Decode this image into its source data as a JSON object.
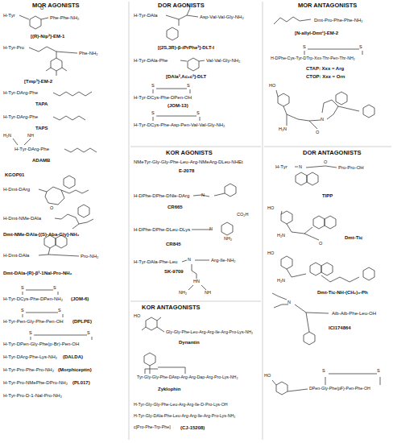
{
  "diagram": {
    "labels": [
      "MOR AGONISTS",
      "H-Tyr",
      "Phe-Phe-NH₂",
      "O",
      "[(R)-Nip²]-EM-1",
      "H-Tyr-Pro",
      "Phe-NH₂",
      "[Tmp³]-EM-2",
      "H-Tyr-DArg-Phe",
      "TAPA",
      "H-Tyr-DArg-Phe",
      "TAPS",
      "H₂N",
      "NH",
      "H-Tyr-DArg-Phe",
      "ADAMB",
      "KGOP01",
      "H-Dmt-DArg",
      "O",
      "H-Dmt-NMe-DAla",
      "Dmt-NMe-DAla-[(S)-Aba-Gly]-NH₂",
      "H-Dmt-DAla",
      "Pro-NH₂",
      "Dmt-DAla-(R)-β³-1Nal-Pro-NH₂",
      "S",
      "S",
      "H-Tyr-DCys-Phe-DPen-NH₂",
      "(JOM-6)",
      "S",
      "S",
      "H-Tyr-Pen-Gly-Phe-Pen-OH",
      "(DPLPE)",
      "S",
      "S",
      "H-Tyr-DPen-Gly-Phe(p-Br)-Pen-OH",
      "H-Tyr-DArg-Phe-Lys-NH₂",
      "(DALDA)",
      "H-Tyr-Pro-Phe-Pro-NH₂",
      "(Morphiceptin)",
      "H-Tyr-Pro-NMePhe-DPro-NH₂",
      "(PL017)",
      "H-Tyr-Pro-D-1-Nal-Pro-NH₂",
      "DOR AGONISTS",
      "H-Tyr-DAla",
      "Asp-Val-Val-Gly-NH₂",
      "[(2S,3R)-β-iPrPhe³]-DLT-I",
      "H-Tyr-DAla-Phe",
      "Val-Val-Gly-NH₂",
      "[DAla²,Ac₆c³]-DLT",
      "S",
      "S",
      "H-Tyr-DCys-Phe-DPen-OH",
      "(JOM-13)",
      "S",
      "S",
      "H-Tyr-DCys-Phe-Asp-Pen-Val-Val-Gly-NH₂",
      "KOR AGONISTS",
      "NMeTyr-Gly-Gly-Phe-Leu-Arg-NMeArg-DLeu-NHEt",
      "E-2078",
      "N",
      "H-DPhe-DPhe-DNle-DArg",
      "CR665",
      "CO₂H",
      "N",
      "H-DPhe-DPhe-DLeu-DLys",
      "NH₂",
      "CR845",
      "H-Tyr-DAla-Phe-Leu",
      "N",
      "Arg-Ile-NH₂",
      "SK-9709",
      "HN",
      "NH₂",
      "NH",
      "KOR ANTAGONISTS",
      "HO",
      "Gly-Gly-Phe-Leu-Arg-Arg-Ile-Arg-Pro-Lys-NH₂",
      "Dynantin",
      "Tyr-Gly-Gly-Phe-DAsp-Arg-Arg-Dap-Arg-Pro-Lys-NH₂",
      "Zyklophin",
      "H-Tyr-Gly-Gly-Phe-Leu-Arg-Arg-Ile-D-Pro-Lys-OH",
      "H-Tyr-Gly-DAla-Phe-Leu-Arg-Arg-Ile-Arg-Pro-Lys-NH₂",
      "c[Pro-Phe-Trp-Phe]",
      "(CJ-15208)",
      "MOR ANTAGONISTS",
      "Dmt-Pro-Phe-Phe-NH₂",
      "[N-allyl-Dmt¹]-EM-2",
      "S",
      "S",
      "H-DPhe-Cys-Tyr-DTrp-Xxx-Thr-Pen-Thr-NH₂",
      "CTAP: Xxx = Arg",
      "CTOP: Xxx = Orn",
      "HO",
      "H₂N",
      "O",
      "N",
      "DOR ANTAGONISTS",
      "H-Tyr",
      "N",
      "Pro-Pro-OH",
      "O",
      "TIPP",
      "HO",
      "H₂N",
      "O",
      "Dmt-Tic",
      "HO",
      "H₂N",
      "Dmt-Tic-NH-(CH₂)₃-Ph",
      "N",
      "Aib-Aib-Phe-Leu-OH",
      "ICI174864",
      "HO",
      "S",
      "S",
      "DPen-Gly-Phe(pF)-Pen-Phe-OH"
    ]
  }
}
